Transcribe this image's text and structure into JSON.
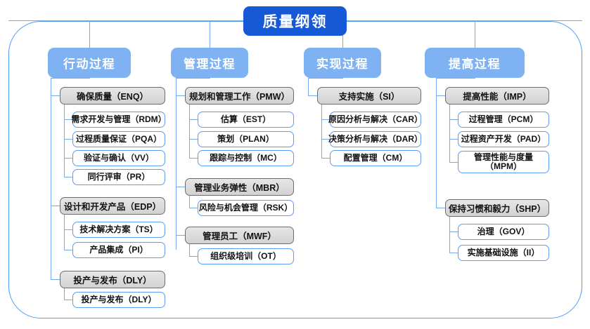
{
  "diagram": {
    "root": {
      "label": "质量纲领",
      "color": "#1559d6"
    },
    "frame_color": "#4a9bf5",
    "header_color": "#7eb2f3",
    "group_color": "#d2d2d2",
    "leaf_border_color": "#5a9df2",
    "columns": [
      {
        "header": "行动过程",
        "groups": [
          {
            "label": "确保质量（ENQ）",
            "children": [
              "需求开发与管理（RDM）",
              "过程质量保证（PQA）",
              "验证与确认（VV）",
              "同行评审（PR）"
            ]
          },
          {
            "label": "设计和开发产品（EDP）",
            "children": [
              "技术解决方案（TS）",
              "产品集成（PI）"
            ]
          },
          {
            "label": "投产与发布（DLY）",
            "children": [
              "投产与发布（DLY）"
            ]
          }
        ]
      },
      {
        "header": "管理过程",
        "groups": [
          {
            "label": "规划和管理工作（PMW）",
            "children": [
              "估算（EST）",
              "策划（PLAN）",
              "跟踪与控制（MC）"
            ]
          },
          {
            "label": "管理业务弹性（MBR）",
            "children": [
              "风险与机会管理（RSK）"
            ]
          },
          {
            "label": "管理员工（MWF）",
            "children": [
              "组织级培训（OT）"
            ]
          }
        ]
      },
      {
        "header": "实现过程",
        "groups": [
          {
            "label": "支持实施（SI）",
            "children": [
              "原因分析与解决（CAR）",
              "决策分析与解决（DAR）",
              "配置管理（CM）"
            ]
          }
        ]
      },
      {
        "header": "提高过程",
        "groups": [
          {
            "label": "提高性能（IMP）",
            "children": [
              "过程管理（PCM）",
              "过程资产开发（PAD）",
              "管理性能与度量（MPM）"
            ]
          },
          {
            "label": "保持习惯和毅力（SHP）",
            "children": [
              "治理（GOV）",
              "实施基础设施（II）"
            ]
          }
        ]
      }
    ]
  }
}
